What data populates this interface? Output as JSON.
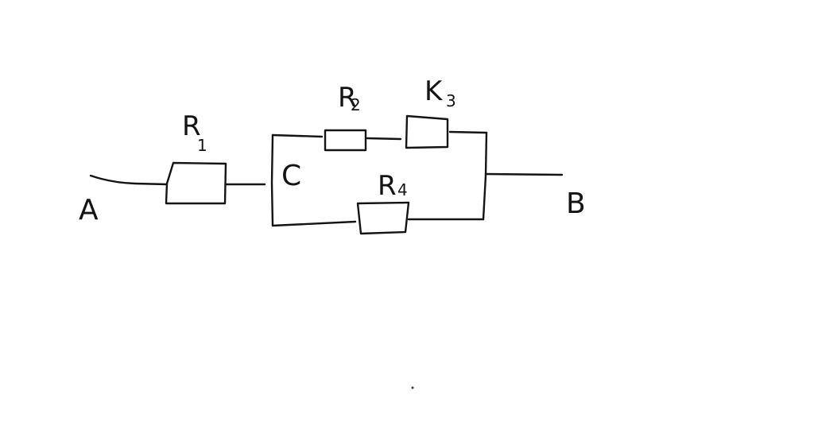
{
  "diagram": {
    "nodes": {
      "a": "A",
      "b": "B",
      "c": "C"
    },
    "resistors": [
      {
        "letter": "R",
        "subscript": "1"
      },
      {
        "letter": "R",
        "subscript": "2"
      },
      {
        "letter": "K",
        "subscript": "3"
      },
      {
        "letter": "R",
        "subscript": "4"
      }
    ]
  },
  "colors": {
    "ink": "#141414",
    "background": "#ffffff"
  }
}
